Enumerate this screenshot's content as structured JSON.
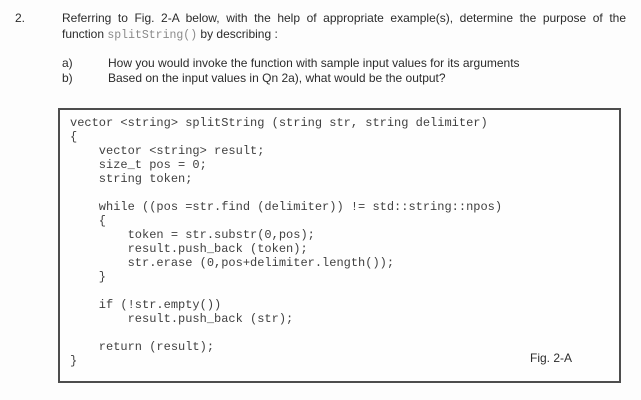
{
  "page": {
    "question_number": "2.",
    "intro": {
      "line1": "Referring to Fig. 2-A below, with the help of appropriate example(s), determine the purpose of the",
      "line2_before_code": "function ",
      "code_ref": "splitString()",
      "line2_after_code": " by describing :"
    },
    "sub_questions": [
      {
        "label": "a)",
        "text": "How you would invoke the function with sample input values for its arguments"
      },
      {
        "label": "b)",
        "text": "Based on the input values in Qn 2a), what would be the output?"
      }
    ]
  },
  "figure": {
    "caption": "Fig. 2-A",
    "code": "vector <string> splitString (string str, string delimiter)\n{\n    vector <string> result;\n    size_t pos = 0;\n    string token;\n\n    while ((pos =str.find (delimiter)) != std::string::npos)\n    {\n        token = str.substr(0,pos);\n        result.push_back (token);\n        str.erase (0,pos+delimiter.length());\n    }\n\n    if (!str.empty())\n        result.push_back (str);\n\n    return (result);\n}"
  },
  "colors": {
    "body_text": "#2b2b2b",
    "code_text": "#404040",
    "inline_code_ref": "#8a8a8a",
    "box_border": "#4d4d4d",
    "page_background": "#fdfdfd"
  }
}
